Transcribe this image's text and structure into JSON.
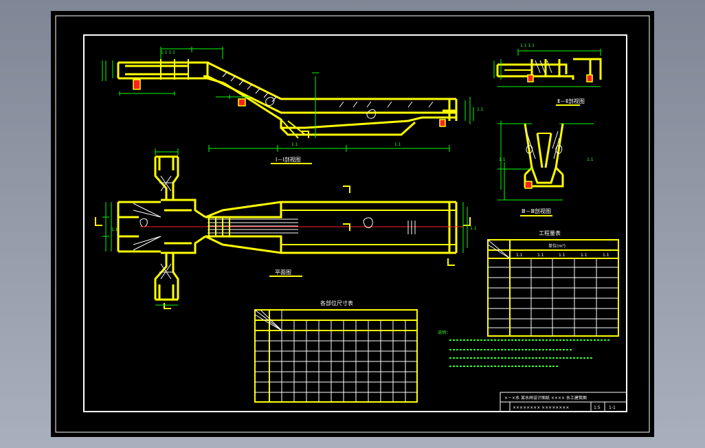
{
  "drawing": {
    "section_title_1": "Ⅰ－Ⅰ剖视图",
    "section_title_2": "Ⅱ－Ⅱ剖视图",
    "section_title_3": "Ⅲ－Ⅲ剖视图",
    "plan_title": "平面图",
    "notes_label": "说明：",
    "quantity_table": {
      "title": "工程量表",
      "header": "单位(m³)",
      "values": [
        "1.1",
        "1.1",
        "1.1",
        "1.1",
        "1.1"
      ]
    },
    "dimension_table": {
      "title": "各部位尺寸表"
    },
    "title_block": {
      "row1": "×－×水  某水闸设计图纸    ××××  水工建筑图",
      "row2": "××××××××  ××××××××",
      "scale": "1:5",
      "sheet": "1-1"
    }
  },
  "colors": {
    "background": "#000000",
    "structure": "#ffff00",
    "dimension": "#00ff00",
    "hatch": "#ffffff",
    "centerline": "#ff2020"
  }
}
